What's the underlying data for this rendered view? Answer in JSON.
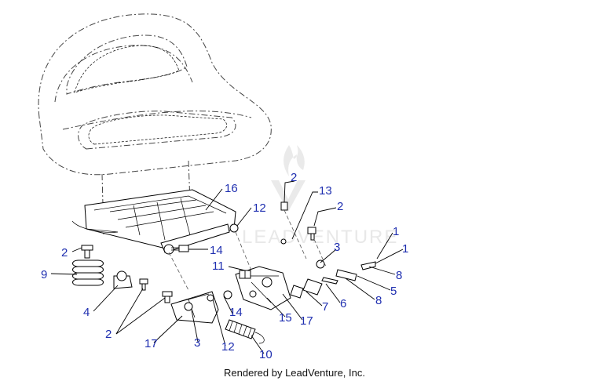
{
  "watermark": "LEADVENTURE",
  "credit": "Rendered by LeadVenture, Inc.",
  "callouts": [
    "16",
    "12",
    "2",
    "13",
    "2",
    "1",
    "1",
    "8",
    "5",
    "8",
    "6",
    "7",
    "17",
    "15",
    "14",
    "11",
    "3",
    "14",
    "2",
    "9",
    "4",
    "2",
    "17",
    "3",
    "12",
    "10"
  ],
  "colors": {
    "callout": "#1f2fb0",
    "line": "#000000",
    "watermark": "#e3e3e3"
  }
}
